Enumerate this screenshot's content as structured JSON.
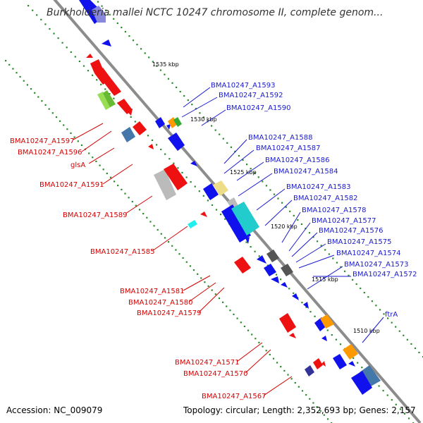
{
  "header": {
    "title": "Burkholderia mallei NCTC 10247 chromosome II, complete genom..."
  },
  "footer": {
    "accession": "Accession: NC_009079",
    "summary": "Topology: circular; Length: 2,352,693 bp; Genes: 2,157"
  },
  "colors": {
    "backbone": "#8c8c8c",
    "ruler_dots": "#2a8a2a",
    "left_labels": "#d40000",
    "right_labels": "#1a1acc",
    "gene_red": "#ee1111",
    "gene_blue": "#1111ee",
    "gene_grey": "#bbbbbb",
    "gene_cyan": "#22cccc",
    "gene_orange": "#ff9900",
    "gene_steel": "#4477aa",
    "gene_lightgreen": "#99dd55",
    "gene_khaki": "#eedd88",
    "gene_navy": "#333399",
    "gene_dark": "#555555"
  },
  "kbp_marks": [
    "1535 kbp",
    "1530 kbp",
    "1525 kbp",
    "1520 kbp",
    "1515 kbp",
    "1510 kbp"
  ],
  "left_labels": [
    "BMA10247_A1597",
    "BMA10247_A1596",
    "glsA",
    "BMA10247_A1591",
    "BMA10247_A1589",
    "BMA10247_A1585",
    "BMA10247_A1581",
    "BMA10247_A1580",
    "BMA10247_A1579",
    "BMA10247_A1571",
    "BMA10247_A1570",
    "BMA10247_A1567"
  ],
  "right_labels": [
    "BMA10247_A1593",
    "BMA10247_A1592",
    "BMA10247_A1590",
    "BMA10247_A1588",
    "BMA10247_A1587",
    "BMA10247_A1586",
    "BMA10247_A1584",
    "BMA10247_A1583",
    "BMA10247_A1582",
    "BMA10247_A1578",
    "BMA10247_A1577",
    "BMA10247_A1576",
    "BMA10247_A1575",
    "BMA10247_A1574",
    "BMA10247_A1573",
    "BMA10247_A1572",
    "ftrA"
  ]
}
